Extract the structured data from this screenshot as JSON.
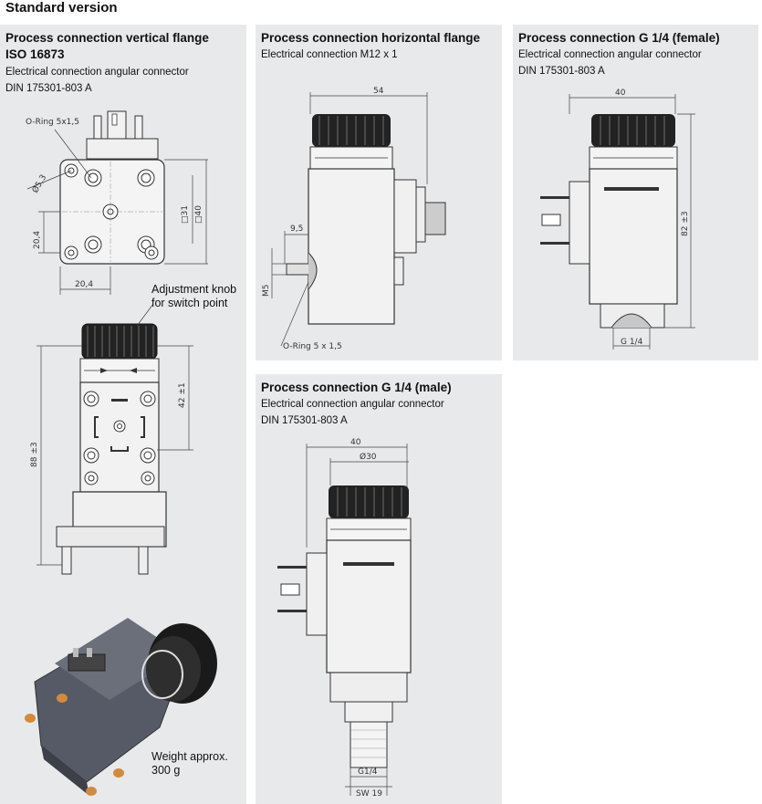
{
  "heading": "Standard version",
  "panels": {
    "vertical": {
      "title1": "Process connection vertical flange",
      "title2": "ISO 16873",
      "sub1": "Electrical connection angular connector",
      "sub2": "DIN 175301-803 A",
      "dims": {
        "oring": "O-Ring 5x1,5",
        "d53": "Ø5,3",
        "sq31": "□31",
        "sq40": "□40",
        "h204": "20,4",
        "w204": "20,4",
        "h42": "42 ±1",
        "h88": "88 ±3"
      },
      "adjust_note_1": "Adjustment knob",
      "adjust_note_2": "for switch point",
      "weight_1": "Weight approx.",
      "weight_2": "300 g"
    },
    "horizontal": {
      "title": "Process connection horizontal flange",
      "sub": "Electrical connection M12 x 1",
      "dims": {
        "w54": "54",
        "d95": "9,5",
        "m5": "M5",
        "oring": "O-Ring 5 x 1,5"
      }
    },
    "female": {
      "title": "Process connection G 1/4 (female)",
      "sub1": "Electrical connection angular connector",
      "sub2": "DIN 175301-803 A",
      "dims": {
        "w40": "40",
        "h82": "82 ±3",
        "g14": "G 1/4"
      }
    },
    "male": {
      "title": "Process connection G 1/4 (male)",
      "sub1": "Electrical connection angular connector",
      "sub2": "DIN 175301-803 A",
      "dims": {
        "w40": "40",
        "d30": "Ø30",
        "g14": "G1/4",
        "sw19": "SW 19"
      }
    }
  }
}
